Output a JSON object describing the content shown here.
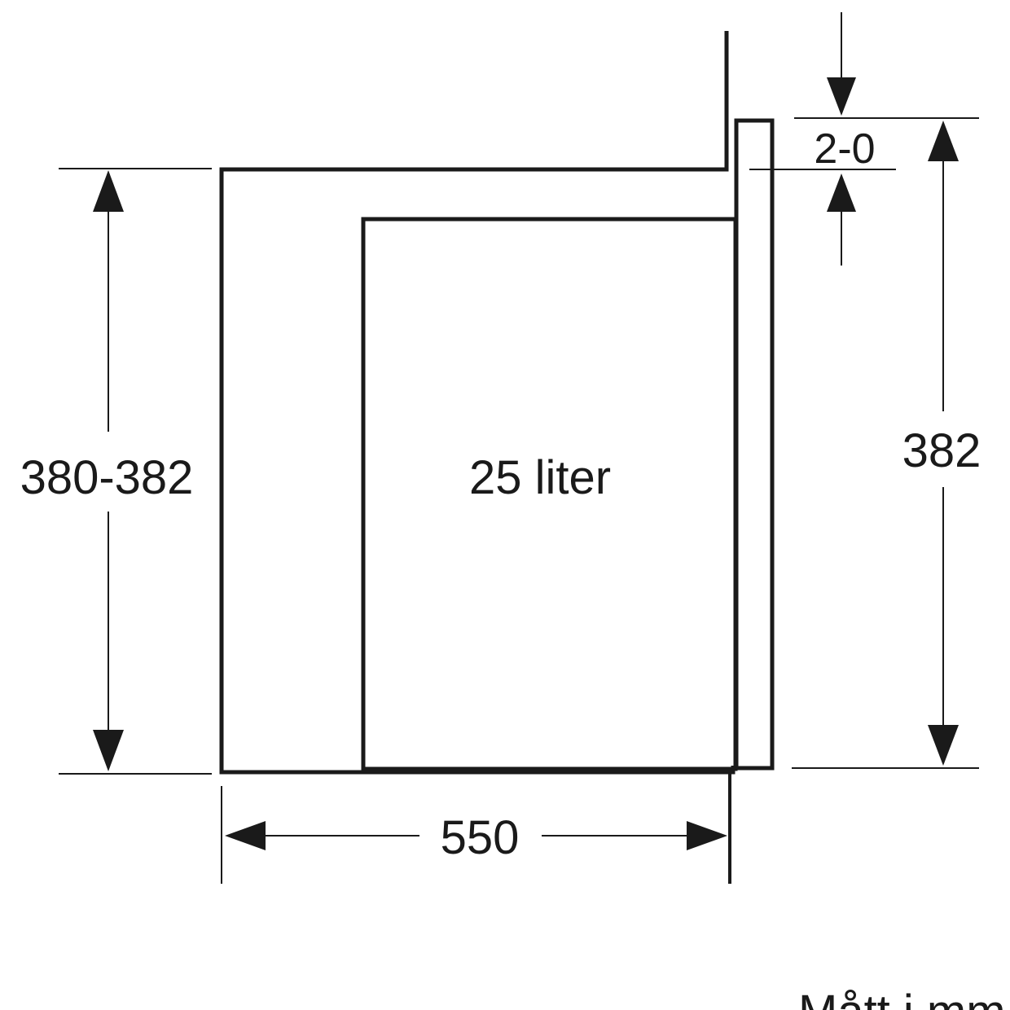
{
  "labels": {
    "cabinet_height": "380-382",
    "volume": "25 liter",
    "appliance_height": "382",
    "gap": "2-0",
    "depth": "550",
    "units_note": "Mått i mm"
  },
  "colors": {
    "stroke": "#1a1a1a",
    "background": "#ffffff"
  }
}
